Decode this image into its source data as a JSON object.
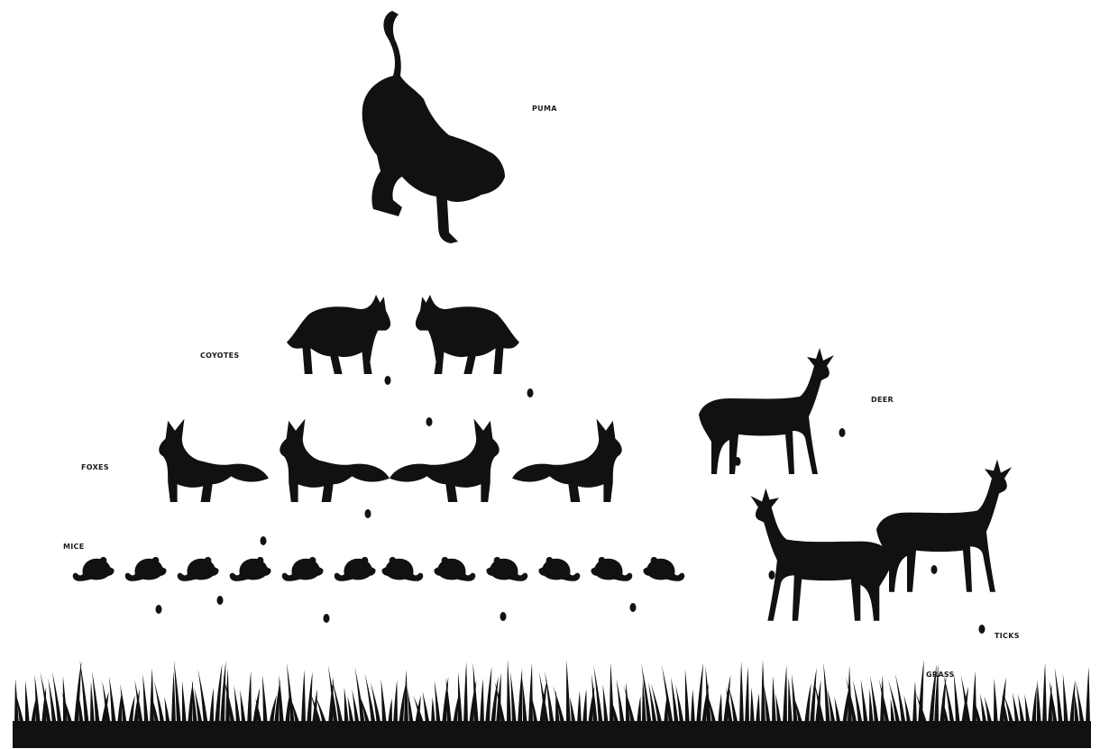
{
  "labels": {
    "puma": "PUMA",
    "coyotes": "COYOTES",
    "foxes": "FOXES",
    "mice": "MICE",
    "deer": "DEER",
    "ticks": "TICKS",
    "grass": "GRASS"
  },
  "colors": {
    "silhouette": "#111111",
    "background": "#ffffff"
  }
}
